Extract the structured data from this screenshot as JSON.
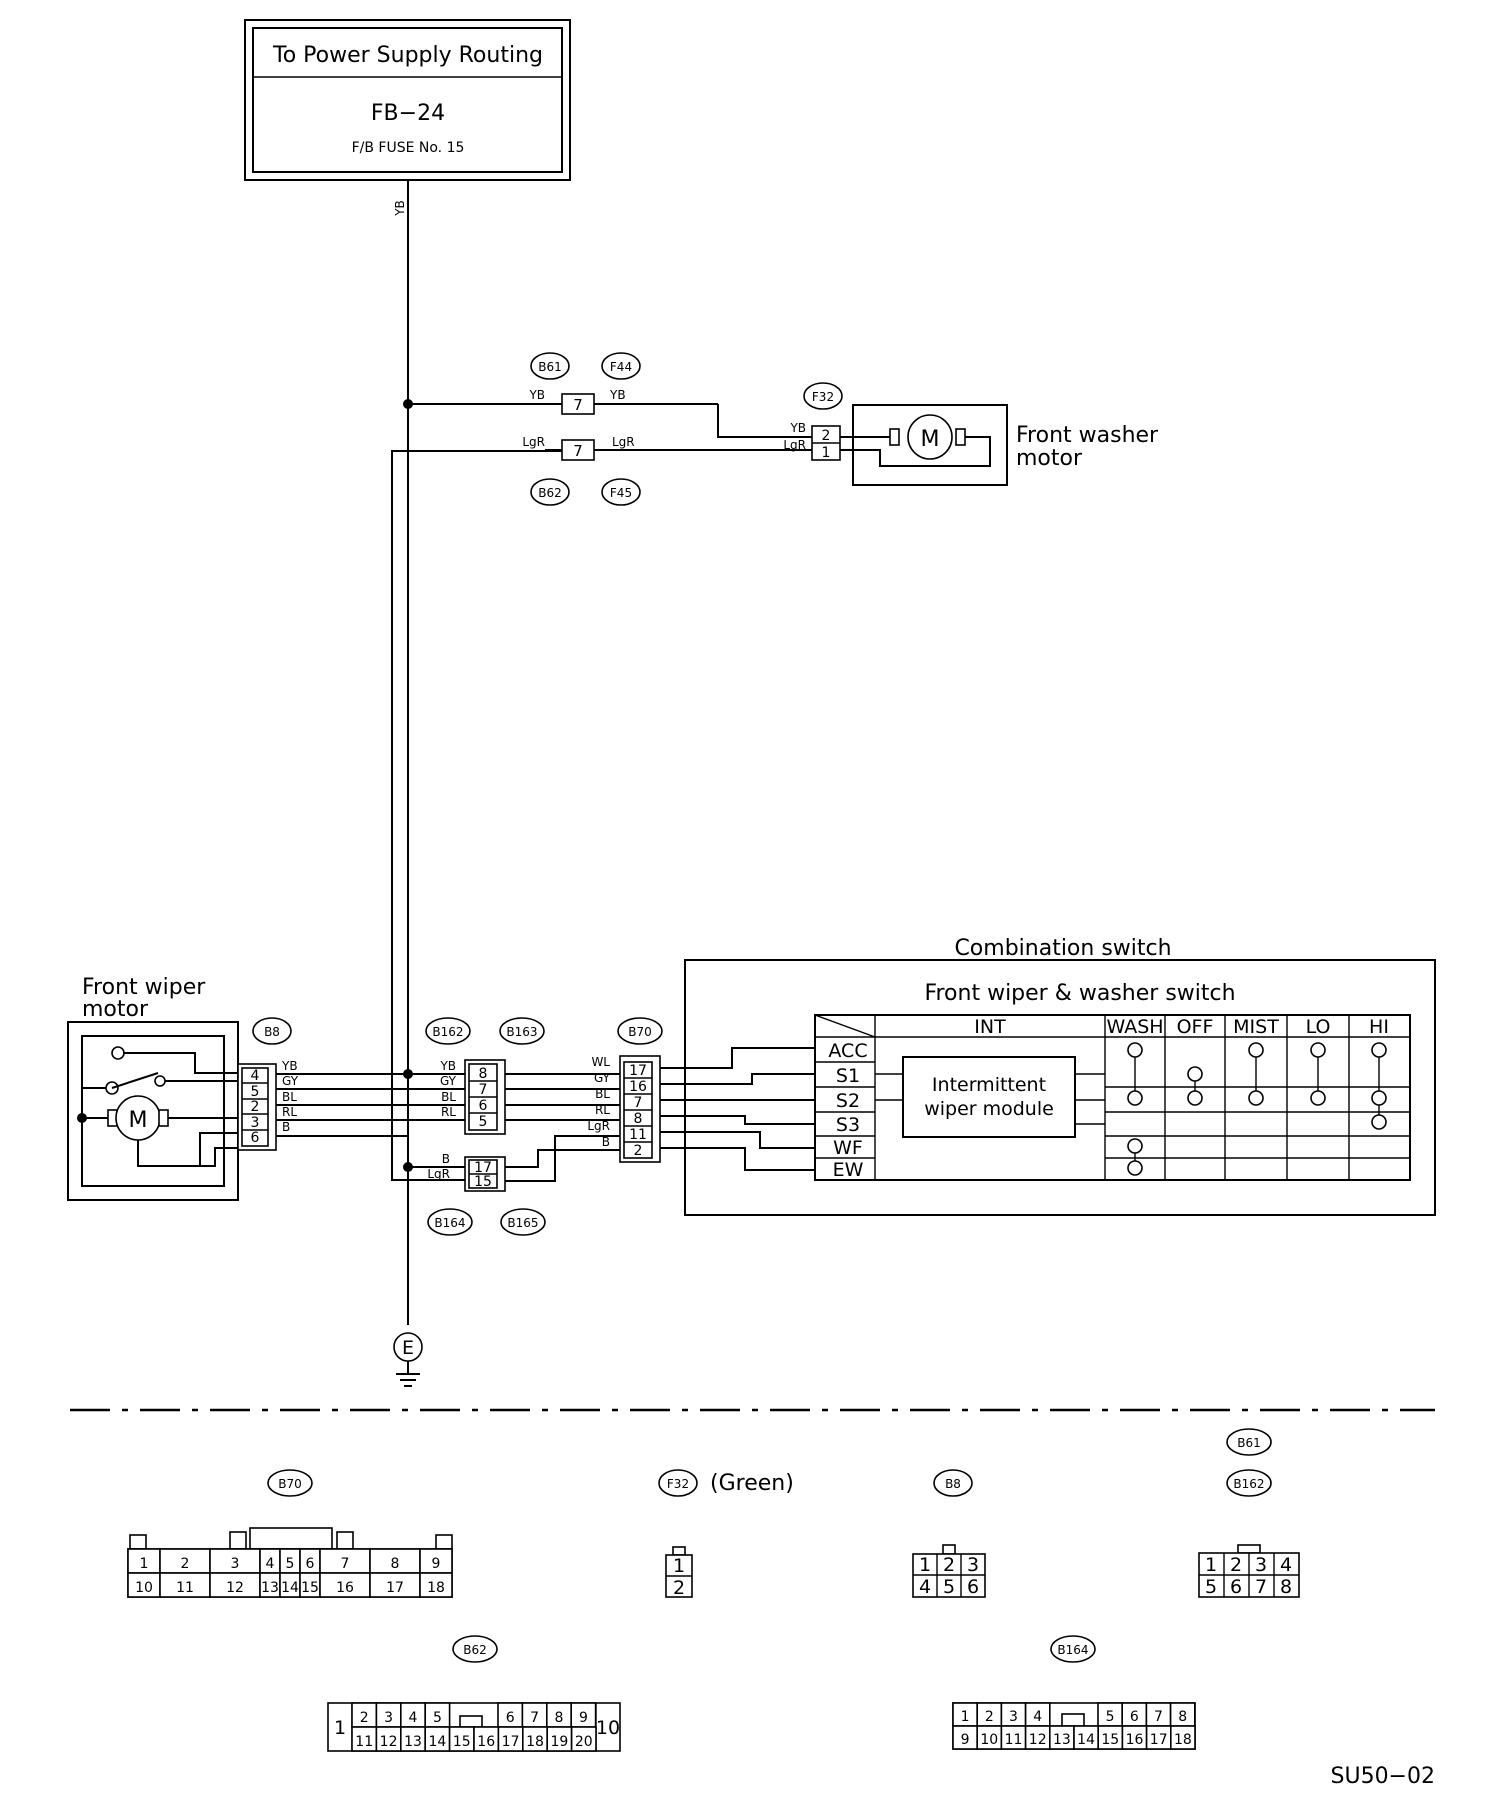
{
  "power_box": {
    "title": "To Power Supply Routing",
    "ref": "FB−24",
    "fuse": "F/B FUSE No. 15"
  },
  "wire_colors": {
    "yb": "YB",
    "lgr": "LgR",
    "gy": "GY",
    "bl": "BL",
    "rl": "RL",
    "b": "B",
    "wl": "WL"
  },
  "connectors": {
    "b61": "B61",
    "f44": "F44",
    "b62": "B62",
    "f45": "F45",
    "f32": "F32",
    "b8": "B8",
    "b162": "B162",
    "b163": "B163",
    "b164": "B164",
    "b165": "B165",
    "b70": "B70"
  },
  "washer_motor": {
    "label_line1": "Front washer",
    "label_line2": "motor",
    "pins": [
      "2",
      "1"
    ],
    "pin7_top": "7",
    "pin7_bottom": "7"
  },
  "wiper_motor": {
    "label_line1": "Front wiper",
    "label_line2": "motor",
    "pins": [
      "4",
      "5",
      "2",
      "3",
      "6"
    ],
    "wires": [
      "YB",
      "GY",
      "BL",
      "RL",
      "B"
    ]
  },
  "b162_pins": [
    "8",
    "7",
    "6",
    "5"
  ],
  "b162_wires": [
    "YB",
    "GY",
    "BL",
    "RL"
  ],
  "b164_pins": [
    "17",
    "15"
  ],
  "b164_wires": [
    "B",
    "LgR"
  ],
  "b70_pins": [
    "17",
    "16",
    "7",
    "8",
    "11",
    "2"
  ],
  "b70_wires": [
    "WL",
    "GY",
    "BL",
    "RL",
    "LgR",
    "B"
  ],
  "combination_switch": {
    "title": "Combination switch",
    "subtitle": "Front wiper & washer switch",
    "module_line1": "Intermittent",
    "module_line2": "wiper module",
    "columns": [
      "INT",
      "WASH",
      "OFF",
      "MIST",
      "LO",
      "HI"
    ],
    "terminals": [
      "ACC",
      "S1",
      "S2",
      "S3",
      "WF",
      "EW"
    ]
  },
  "ground_label": "E",
  "connector_views": {
    "b70_label": "B70",
    "f32_label": "F32",
    "f32_color": "(Green)",
    "b8_label": "B8",
    "b61_label": "B61",
    "b162_label": "B162",
    "b62_label": "B62",
    "b164_label": "B164",
    "b70_top": [
      "1",
      "2",
      "3",
      "4",
      "5",
      "6",
      "7",
      "8",
      "9"
    ],
    "b70_bottom": [
      "10",
      "11",
      "12",
      "13",
      "14",
      "15",
      "16",
      "17",
      "18"
    ],
    "f32_pins": [
      "1",
      "2"
    ],
    "b8_top": [
      "1",
      "2",
      "3"
    ],
    "b8_bottom": [
      "4",
      "5",
      "6"
    ],
    "b61_top": [
      "1",
      "2",
      "3",
      "4"
    ],
    "b61_bottom": [
      "5",
      "6",
      "7",
      "8"
    ],
    "b62_first": "1",
    "b62_last": "10",
    "b62_top_left": [
      "2",
      "3",
      "4",
      "5"
    ],
    "b62_top_right": [
      "6",
      "7",
      "8",
      "9"
    ],
    "b62_bottom": [
      "11",
      "12",
      "13",
      "14",
      "15",
      "16",
      "17",
      "18",
      "19",
      "20"
    ],
    "b164_top_left": [
      "1",
      "2",
      "3",
      "4"
    ],
    "b164_top_right": [
      "5",
      "6",
      "7",
      "8"
    ],
    "b164_bottom": [
      "9",
      "10",
      "11",
      "12",
      "13",
      "14",
      "15",
      "16",
      "17",
      "18"
    ]
  },
  "figure_code": "SU50−02"
}
